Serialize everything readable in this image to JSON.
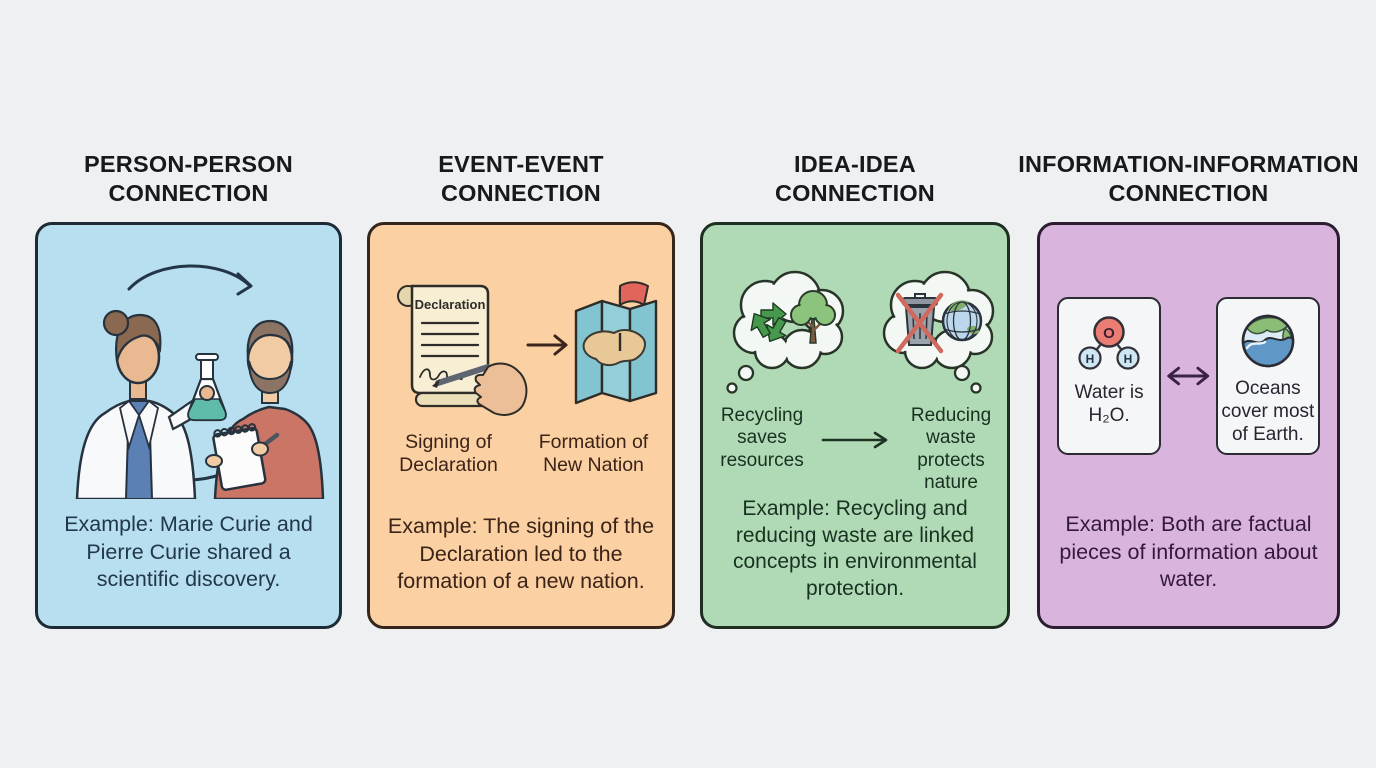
{
  "background_color": "#eef0f2",
  "panels": [
    {
      "title_line1": "PERSON-PERSON",
      "title_line2": "CONNECTION",
      "card_color": "#b8dfef",
      "border_color": "#1e2b36",
      "text_color": "#21374a",
      "example": "Example: Marie Curie and Pierre Curie shared a scientific discovery.",
      "icons": [
        "woman-scientist-icon",
        "flask-icon",
        "man-notetaker-icon",
        "cycle-arrows-icon"
      ]
    },
    {
      "title_line1": "EVENT-EVENT",
      "title_line2": "CONNECTION",
      "card_color": "#fbd0a2",
      "border_color": "#35251b",
      "text_color": "#3b2318",
      "scroll_label": "Declaration",
      "caption_left": "Signing of Declaration",
      "caption_right": "Formation of New Nation",
      "example": "Example: The signing of the Declaration led to the formation of a new nation.",
      "icons": [
        "declaration-scroll-icon",
        "signing-hand-icon",
        "arrow-right-icon",
        "nation-map-flag-icon"
      ]
    },
    {
      "title_line1": "IDEA-IDEA",
      "title_line2": "CONNECTION",
      "card_color": "#b0dab6",
      "border_color": "#1e2f22",
      "text_color": "#173220",
      "caption_left": "Recycling saves resources",
      "caption_right": "Reducing waste protects nature",
      "example": "Example: Recycling and reducing waste are linked concepts in environmental protection.",
      "icons": [
        "thought-bubble-icon",
        "recycle-icon",
        "tree-icon",
        "arrow-right-icon",
        "no-waste-trash-icon",
        "globe-icon"
      ]
    },
    {
      "title_line1": "INFORMATION-INFORMATION",
      "title_line2": "CONNECTION",
      "card_color": "#d9b5dd",
      "border_color": "#2c1d31",
      "text_color": "#34193c",
      "fact_left": "Water is H₂O.",
      "fact_right": "Oceans cover most of Earth.",
      "molecule_o": "O",
      "molecule_h": "H",
      "example": "Example: Both are factual pieces of information about water.",
      "icons": [
        "water-molecule-icon",
        "double-arrow-icon",
        "earth-ocean-icon"
      ]
    }
  ]
}
